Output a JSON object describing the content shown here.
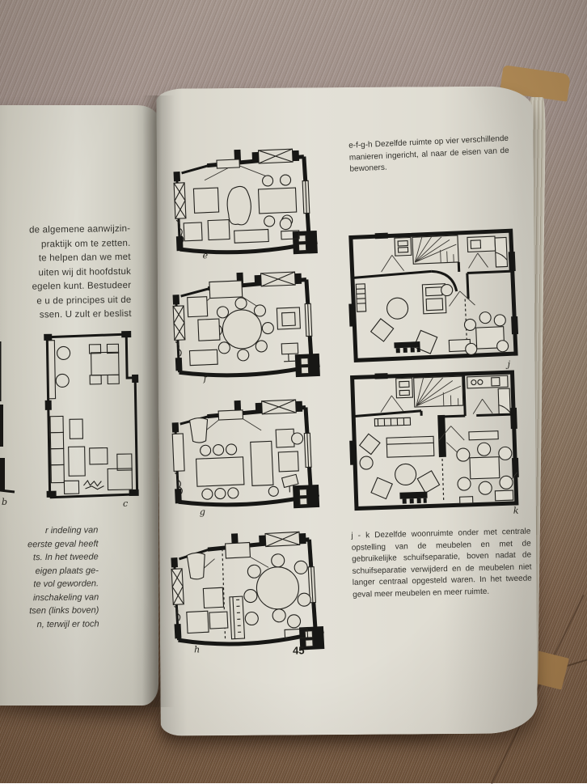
{
  "colors": {
    "page": "#dedbd0",
    "left_page": "#d6d4c8",
    "ink": "#171715",
    "wood_light": "#a3948c",
    "wood_dark": "#74573e"
  },
  "book": {
    "left_page": {
      "paragraph_top": {
        "lines": [
          "de algemene aanwijzin-",
          "praktijk om te zetten.",
          "te helpen dan we met",
          "uiten wij dit hoofdstuk",
          "egelen kunt. Bestudeer",
          "e u de principes uit de",
          "ssen. U zult er beslist"
        ]
      },
      "plan_labels": {
        "b": "b",
        "c": "c"
      },
      "paragraph_bottom": {
        "lines": [
          "r   indeling   van",
          "eerste geval heeft",
          "ts. In het tweede",
          "eigen plaats ge-",
          "te vol geworden.",
          "inschakeling van",
          "tsen (links boven)",
          "n, terwijl er toch"
        ]
      }
    },
    "right_page": {
      "caption_top": "e-f-g-h  Dezelfde ruimte op vier verschillende manieren ingericht, al naar de eisen van de bewoners.",
      "caption_bottom": "j - k  Dezelfde woonruimte onder met centrale opstelling van de meubelen en met de gebruikelijke schuifseparatie, boven nadat de schuifseparatie verwijderd en de meubelen niet langer centraal opgesteld waren. In het tweede geval meer meubelen en meer ruimte.",
      "plan_labels": {
        "e": "e",
        "f": "f",
        "g": "g",
        "h": "h",
        "j": "j",
        "k": "k"
      },
      "page_number": "45"
    }
  }
}
